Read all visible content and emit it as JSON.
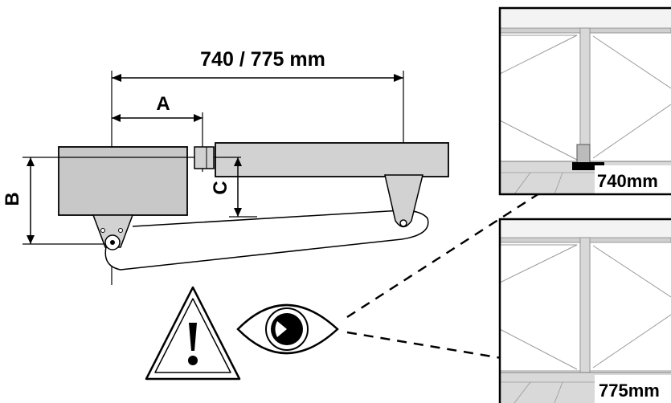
{
  "diagram": {
    "dimension_total": "740 / 775 mm",
    "label_a": "A",
    "label_b": "B",
    "label_c": "C"
  },
  "panels": [
    {
      "caption": "740mm"
    },
    {
      "caption": "775mm"
    }
  ],
  "icons": {
    "warning": "warning-triangle-icon",
    "eye": "eye-icon"
  },
  "colors": {
    "line": "#000000",
    "motor_fill": "#c8c8c8",
    "arm_fill": "#d2d2d2",
    "panel_bg": "#f3f3f3",
    "floor": "#d9d9d9",
    "gate_frame": "#c8c8c8"
  }
}
